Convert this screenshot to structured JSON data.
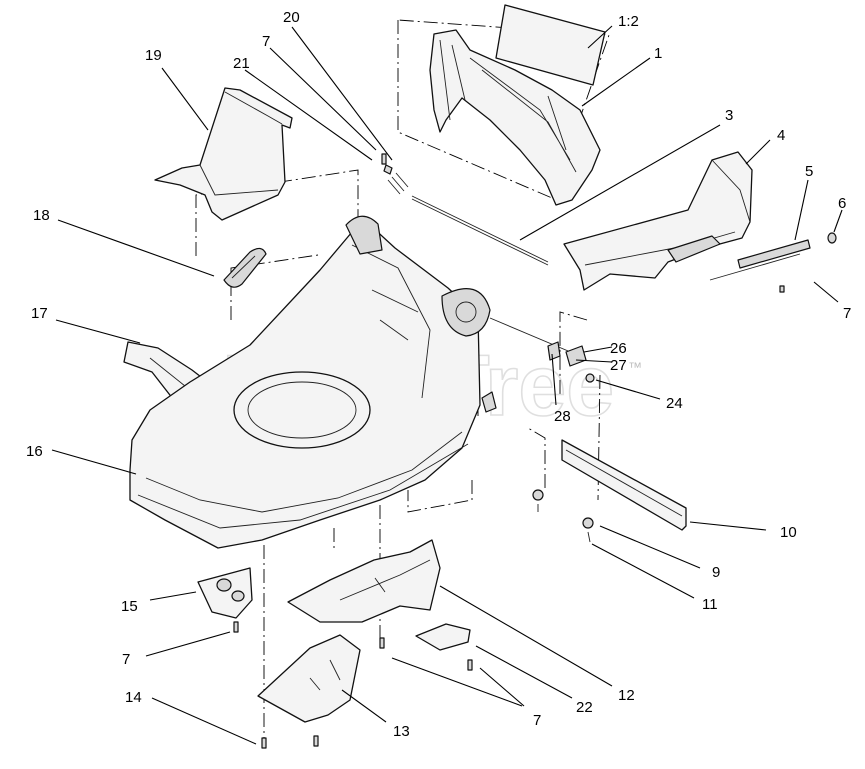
{
  "watermark": {
    "text": "PartsTree",
    "trademark": "™"
  },
  "callouts": [
    {
      "id": "c1",
      "label": "1"
    },
    {
      "id": "c1-2",
      "label": "1:2"
    },
    {
      "id": "c3",
      "label": "3"
    },
    {
      "id": "c4",
      "label": "4"
    },
    {
      "id": "c5",
      "label": "5"
    },
    {
      "id": "c6",
      "label": "6"
    },
    {
      "id": "c7-a",
      "label": "7"
    },
    {
      "id": "c7-b",
      "label": "7"
    },
    {
      "id": "c7-c",
      "label": "7"
    },
    {
      "id": "c7-d",
      "label": "7"
    },
    {
      "id": "c9",
      "label": "9"
    },
    {
      "id": "c10",
      "label": "10"
    },
    {
      "id": "c11",
      "label": "11"
    },
    {
      "id": "c12",
      "label": "12"
    },
    {
      "id": "c13",
      "label": "13"
    },
    {
      "id": "c14",
      "label": "14"
    },
    {
      "id": "c15",
      "label": "15"
    },
    {
      "id": "c16",
      "label": "16"
    },
    {
      "id": "c17",
      "label": "17"
    },
    {
      "id": "c18",
      "label": "18"
    },
    {
      "id": "c19",
      "label": "19"
    },
    {
      "id": "c20",
      "label": "20"
    },
    {
      "id": "c21",
      "label": "21"
    },
    {
      "id": "c22",
      "label": "22"
    },
    {
      "id": "c24",
      "label": "24"
    },
    {
      "id": "c26",
      "label": "26"
    },
    {
      "id": "c27",
      "label": "27"
    },
    {
      "id": "c28",
      "label": "28"
    }
  ]
}
